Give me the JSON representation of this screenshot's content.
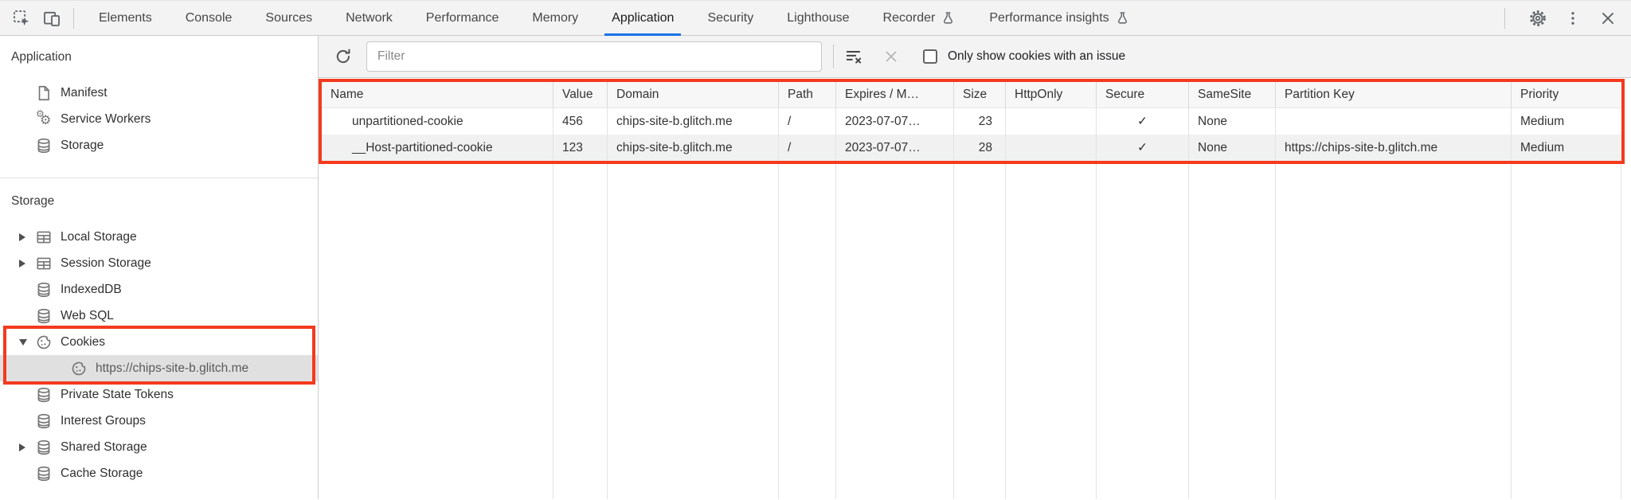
{
  "tabbar": {
    "tabs": [
      {
        "label": "Elements"
      },
      {
        "label": "Console"
      },
      {
        "label": "Sources"
      },
      {
        "label": "Network"
      },
      {
        "label": "Performance"
      },
      {
        "label": "Memory"
      },
      {
        "label": "Application",
        "active": true
      },
      {
        "label": "Security"
      },
      {
        "label": "Lighthouse"
      },
      {
        "label": "Recorder",
        "flask": true
      },
      {
        "label": "Performance insights",
        "flask": true
      }
    ],
    "active_tab": "Application",
    "right_icons": [
      "settings-gear-icon",
      "more-kebab-icon",
      "close-icon"
    ]
  },
  "sidebar": {
    "app_section": {
      "title": "Application",
      "items": [
        {
          "label": "Manifest",
          "icon": "manifest-file-icon"
        },
        {
          "label": "Service Workers",
          "icon": "service-workers-gears-icon"
        },
        {
          "label": "Storage",
          "icon": "database-icon"
        }
      ]
    },
    "storage_section": {
      "title": "Storage",
      "items": [
        {
          "label": "Local Storage",
          "icon": "table-icon",
          "expander": "collapsed"
        },
        {
          "label": "Session Storage",
          "icon": "table-icon",
          "expander": "collapsed"
        },
        {
          "label": "IndexedDB",
          "icon": "database-icon"
        },
        {
          "label": "Web SQL",
          "icon": "database-icon"
        },
        {
          "label": "Cookies",
          "icon": "cookie-icon",
          "expander": "expanded",
          "annotated": true
        },
        {
          "label": "https://chips-site-b.glitch.me",
          "icon": "cookie-icon",
          "selected": true,
          "annotated": true
        },
        {
          "label": "Private State Tokens",
          "icon": "database-icon"
        },
        {
          "label": "Interest Groups",
          "icon": "database-icon"
        },
        {
          "label": "Shared Storage",
          "icon": "database-icon",
          "expander": "collapsed"
        },
        {
          "label": "Cache Storage",
          "icon": "database-icon"
        }
      ]
    }
  },
  "cookies_toolbar": {
    "refresh_icon": "refresh-icon",
    "filter_placeholder": "Filter",
    "clear_filter_icon": "clear-filter-icon",
    "delete_icon_disabled": true,
    "checkbox_checked": false,
    "only_issue_label": "Only show cookies with an issue"
  },
  "cookies_table": {
    "columns": [
      "Name",
      "Value",
      "Domain",
      "Path",
      "Expires / M…",
      "Size",
      "HttpOnly",
      "Secure",
      "SameSite",
      "Partition Key",
      "Priority"
    ],
    "rows": [
      [
        "unpartitioned-cookie",
        "456",
        "chips-site-b.glitch.me",
        "/",
        "2023-07-07…",
        "23",
        "",
        "✓",
        "None",
        "",
        "Medium"
      ],
      [
        "__Host-partitioned-cookie",
        "123",
        "chips-site-b.glitch.me",
        "/",
        "2023-07-07…",
        "28",
        "",
        "✓",
        "None",
        "https://chips-site-b.glitch.me",
        "Medium"
      ]
    ]
  },
  "annotations": {
    "highlight_color": "#f43a1e",
    "annotated_regions": [
      "cookies-sidebar-entry",
      "cookies-table-rows"
    ]
  }
}
